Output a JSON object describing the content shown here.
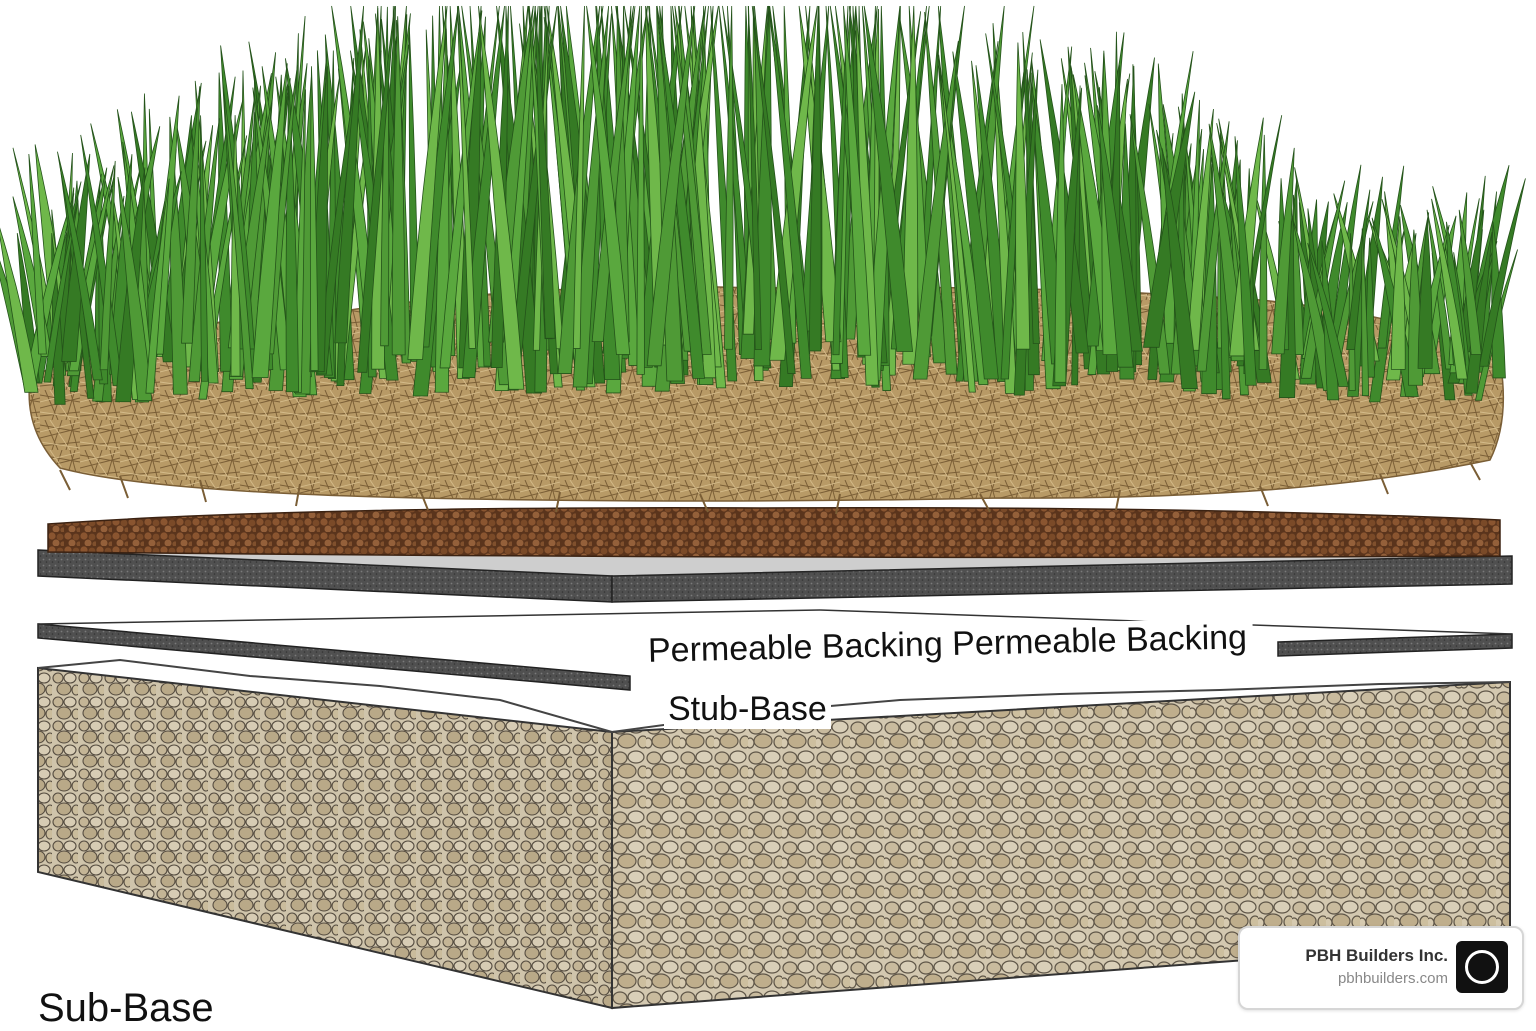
{
  "labels": {
    "permeable_backing": "Permeable Backing Permeable Backing",
    "stub_base": "Stub-Base",
    "sub_base": "Sub-Base"
  },
  "badge": {
    "name": "PBH Builders Inc.",
    "url": "pbhbuilders.com"
  },
  "colors": {
    "grass_dark": "#3f8a2c",
    "grass_light": "#6fb84a",
    "thatch": "#a88a5a",
    "soil": "#7a4a2a",
    "backing": "#4a4a4a",
    "stone": "#cbbfa6",
    "stone_edge": "#6b6254"
  }
}
